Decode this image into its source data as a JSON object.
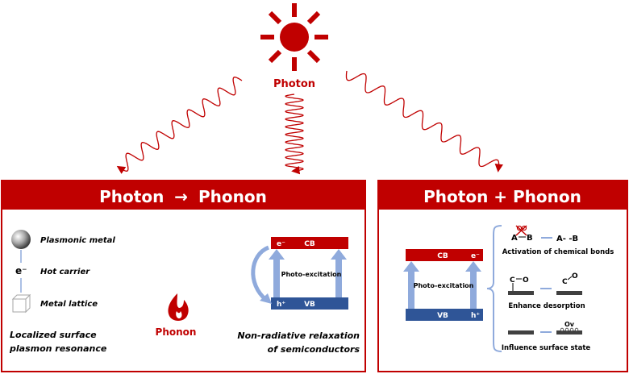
{
  "top": {
    "photon_label": "Photon"
  },
  "left_panel": {
    "title_left": "Photon",
    "title_arrow": "→",
    "title_right": "Phonon",
    "legend": {
      "plasmonic_metal": "Plasmonic metal",
      "electron_symbol": "e⁻",
      "hot_carrier": "Hot carrier",
      "metal_lattice": "Metal lattice"
    },
    "lspr_line1": "Localized surface",
    "lspr_line2": "plasmon resonance",
    "phonon_label": "Phonon",
    "band": {
      "cb": "CB",
      "vb": "VB",
      "electron": "e⁻",
      "hole": "h⁺",
      "photo_excitation": "Photo-excitation"
    },
    "nonrad_line1": "Non-radiative relaxation",
    "nonrad_line2": "of semiconductors"
  },
  "right_panel": {
    "title": "Photon + Phonon",
    "band": {
      "cb": "CB",
      "vb": "VB",
      "electron": "e⁻",
      "hole": "h⁺",
      "photo_excitation": "Photo-excitation"
    },
    "effects": {
      "bond_a": "A",
      "bond_b": "B",
      "bond_result": "A-  -B",
      "activation": "Activation of chemical bonds",
      "co_c": "C",
      "co_o": "O",
      "desorption": "Enhance desorption",
      "ov": "Ov",
      "surface": "Influence surface state"
    }
  },
  "colors": {
    "red": "#c00000",
    "navy": "#2f5597",
    "light_blue": "#8faadc"
  }
}
